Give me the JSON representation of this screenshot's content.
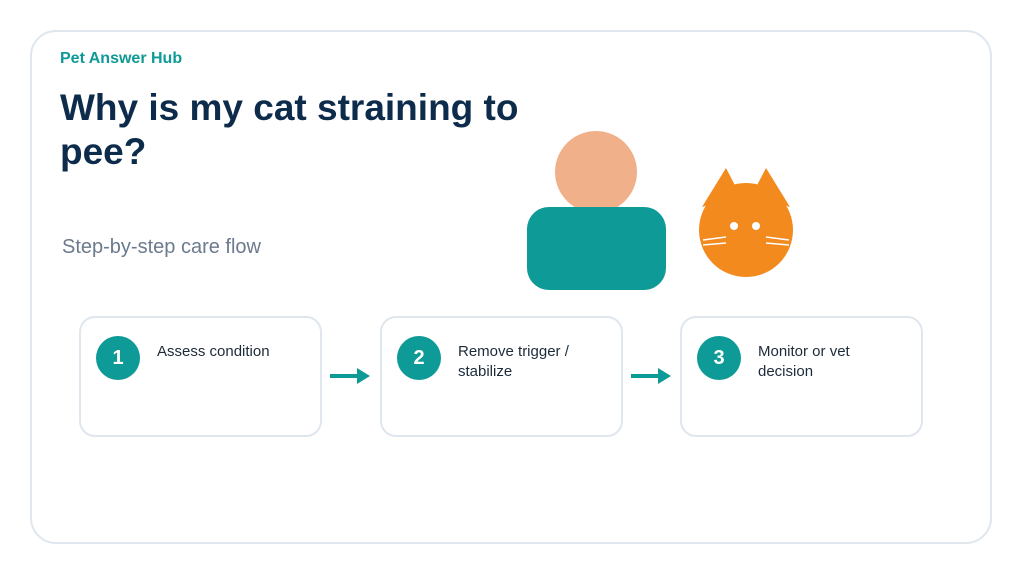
{
  "brand": "Pet Answer Hub",
  "title": "Why is my cat straining to pee?",
  "subtitle": "Step-by-step care flow",
  "steps": [
    {
      "number": "1",
      "label": "Assess condition"
    },
    {
      "number": "2",
      "label": "Remove trigger / stabilize"
    },
    {
      "number": "3",
      "label": "Monitor or vet decision"
    }
  ],
  "icons": {
    "person": "person-icon",
    "cat": "cat-face-icon",
    "arrow": "arrow-right-icon"
  },
  "colors": {
    "brand": "#0e9a96",
    "title": "#0d2b4a",
    "subtitle": "#6b7a8c",
    "border": "#dfe6ee",
    "person_head": "#f0b08a",
    "person_body": "#0e9a96",
    "cat": "#f28a1e"
  }
}
